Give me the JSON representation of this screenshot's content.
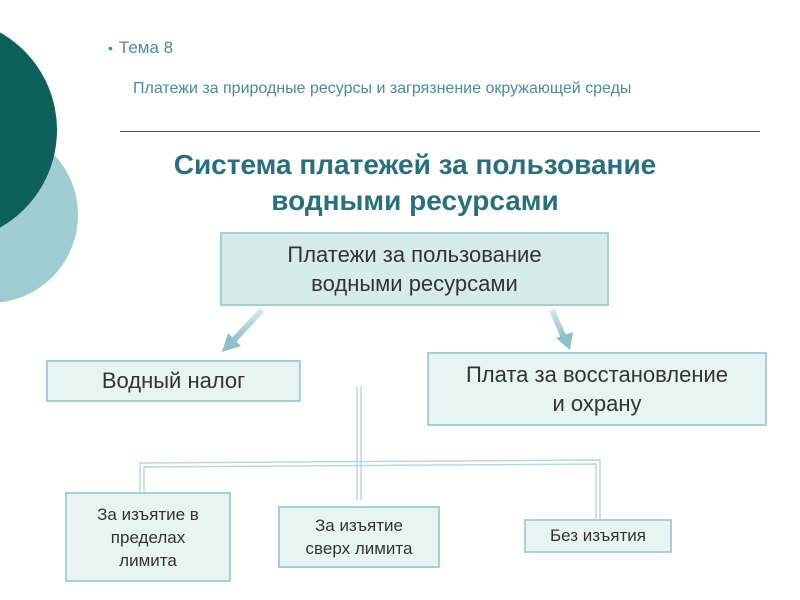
{
  "header": {
    "bullet": "•",
    "theme": "Тема 8",
    "subtitle": "Платежи за природные ресурсы и загрязнение окружающей среды"
  },
  "slide": {
    "title_line1": "Система платежей за пользование",
    "title_line2": "водными ресурсами"
  },
  "diagram": {
    "root": [
      "Платежи за пользование",
      "водными ресурсами"
    ],
    "left": "Водный налог",
    "right": [
      "Плата за восстановление",
      "и охрану"
    ],
    "children": [
      [
        "За изъятие в",
        "пределах",
        "лимита"
      ],
      [
        "За изъятие",
        "сверх лимита"
      ],
      [
        "Без изъятия"
      ]
    ]
  },
  "colors": {
    "accent_dark": "#0f5f5b",
    "accent_light": "#9fcdd1",
    "title": "#2b6f7c",
    "box_fill": "#e8f3f4",
    "box_border": "#a6cfd6"
  }
}
